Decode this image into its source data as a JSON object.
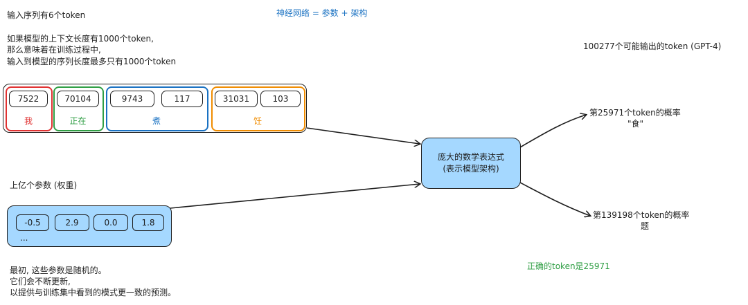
{
  "top_title": "神经网络 = 参数 + 架构",
  "intro": {
    "line1": "输入序列有6个token",
    "line2": "如果模型的上下文长度有1000个token,",
    "line3": "那么意味着在训练过程中,",
    "line4": "输入到模型的序列长度最多只有1000个token"
  },
  "tokens": {
    "wo": {
      "id": "7522",
      "char": "我"
    },
    "zhengzai": {
      "id": "70104",
      "char": "正在"
    },
    "zhu": {
      "ids": [
        "9743",
        "117"
      ],
      "char": "煮"
    },
    "ren": {
      "ids": [
        "31031",
        "103"
      ],
      "char": "饪"
    }
  },
  "model_box": {
    "line1": "庞大的数学表达式",
    "line2": "(表示模型架构)"
  },
  "vocab_note": "100277个可能输出的token (GPT-4)",
  "output1": {
    "line1": "第25971个token的概率",
    "line2": "\"食\""
  },
  "output2": {
    "line1": "第139198个token的概率",
    "line2": "题"
  },
  "correct_token": "正确的token是25971",
  "params": {
    "label": "上亿个参数 (权重)",
    "values": [
      "-0.5",
      "2.9",
      "0.0",
      "1.8"
    ],
    "ellipsis": "..."
  },
  "explanation": {
    "line1": "最初, 这些参数是随机的。",
    "line2": "它们会不断更新,",
    "line3": "以提供与训练集中看到的模式更一致的预测。"
  },
  "colors": {
    "wo": "#e03131",
    "zhengzai": "#2f9e44",
    "zhu": "#1971c2",
    "ren": "#f08c00",
    "model_fill": "#a5d8ff",
    "title": "#1971c2",
    "correct": "#2f9e44"
  }
}
